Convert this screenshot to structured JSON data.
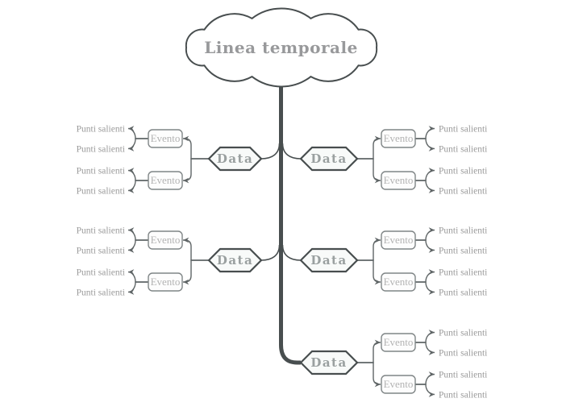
{
  "title": "Linea temporale",
  "colors": {
    "dark": "#484e4f",
    "connector": "#5f6566",
    "evento_border": "#7f8586",
    "evento_text": "#b3b3b3",
    "highlight_text": "#9a9a9a",
    "data_text": "#9aa0a0",
    "title_text": "#98999b",
    "hex_fill": "#f8faf9",
    "cloud_fill": "#ffffff",
    "background": "#ffffff"
  },
  "groups": [
    {
      "side": "left",
      "row": 0,
      "data_label": "Data",
      "events": [
        {
          "label": "Evento",
          "highlights": [
            "Punti salienti",
            "Punti salienti"
          ]
        },
        {
          "label": "Evento",
          "highlights": [
            "Punti salienti",
            "Punti salienti"
          ]
        }
      ]
    },
    {
      "side": "right",
      "row": 0,
      "data_label": "Data",
      "events": [
        {
          "label": "Evento",
          "highlights": [
            "Punti salienti",
            "Punti salienti"
          ]
        },
        {
          "label": "Evento",
          "highlights": [
            "Punti salienti",
            "Punti salienti"
          ]
        }
      ]
    },
    {
      "side": "left",
      "row": 1,
      "data_label": "Data",
      "events": [
        {
          "label": "Evento",
          "highlights": [
            "Punti salienti",
            "Punti salienti"
          ]
        },
        {
          "label": "Evento",
          "highlights": [
            "Punti salienti",
            "Punti salienti"
          ]
        }
      ]
    },
    {
      "side": "right",
      "row": 1,
      "data_label": "Data",
      "events": [
        {
          "label": "Evento",
          "highlights": [
            "Punti salienti",
            "Punti salienti"
          ]
        },
        {
          "label": "Evento",
          "highlights": [
            "Punti salienti",
            "Punti salienti"
          ]
        }
      ]
    },
    {
      "side": "right",
      "row": 2,
      "data_label": "Data",
      "events": [
        {
          "label": "Evento",
          "highlights": [
            "Punti salienti",
            "Punti salienti"
          ]
        },
        {
          "label": "Evento",
          "highlights": [
            "Punti salienti",
            "Punti salienti"
          ]
        }
      ]
    }
  ]
}
